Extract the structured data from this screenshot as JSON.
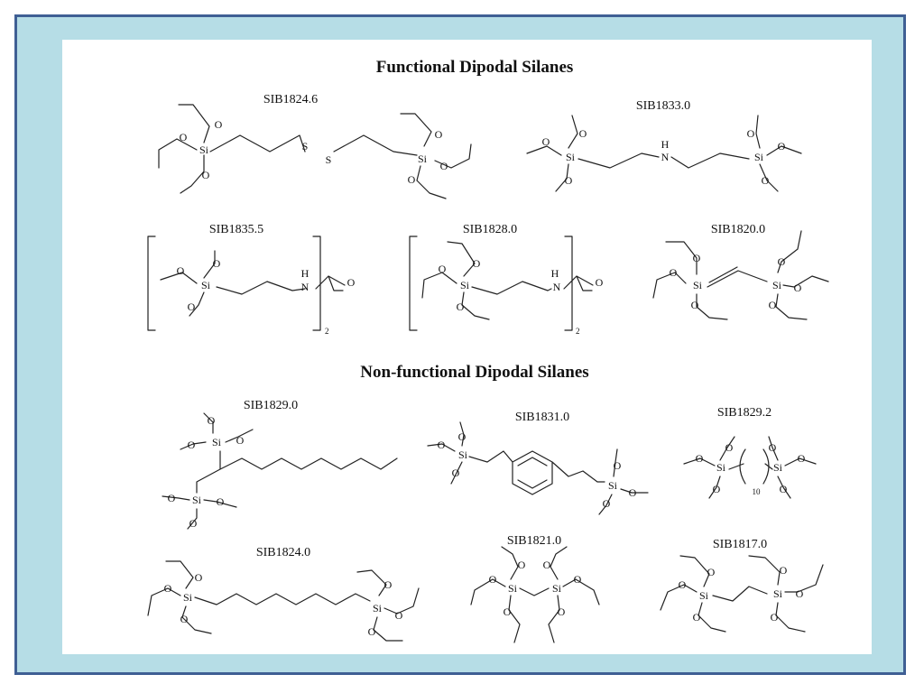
{
  "headings": {
    "functional": "Functional Dipodal Silanes",
    "nonfunctional": "Non-functional Dipodal Silanes"
  },
  "atoms": {
    "si": "Si",
    "o": "O",
    "s": "S",
    "n": "N",
    "h": "H"
  },
  "structures": [
    {
      "code": "SIB1824.6",
      "group": "functional"
    },
    {
      "code": "SIB1833.0",
      "group": "functional"
    },
    {
      "code": "SIB1835.5",
      "group": "functional",
      "subscript": "2"
    },
    {
      "code": "SIB1828.0",
      "group": "functional",
      "subscript": "2"
    },
    {
      "code": "SIB1820.0",
      "group": "functional"
    },
    {
      "code": "SIB1829.0",
      "group": "nonfunctional"
    },
    {
      "code": "SIB1831.0",
      "group": "nonfunctional"
    },
    {
      "code": "SIB1829.2",
      "group": "nonfunctional",
      "subscript": "10"
    },
    {
      "code": "SIB1824.0",
      "group": "nonfunctional"
    },
    {
      "code": "SIB1821.0",
      "group": "nonfunctional"
    },
    {
      "code": "SIB1817.0",
      "group": "nonfunctional"
    }
  ],
  "colors": {
    "frame_fill": "#b6dde6",
    "frame_border": "#3f5f94",
    "sheet": "#ffffff",
    "ink": "#222222"
  }
}
